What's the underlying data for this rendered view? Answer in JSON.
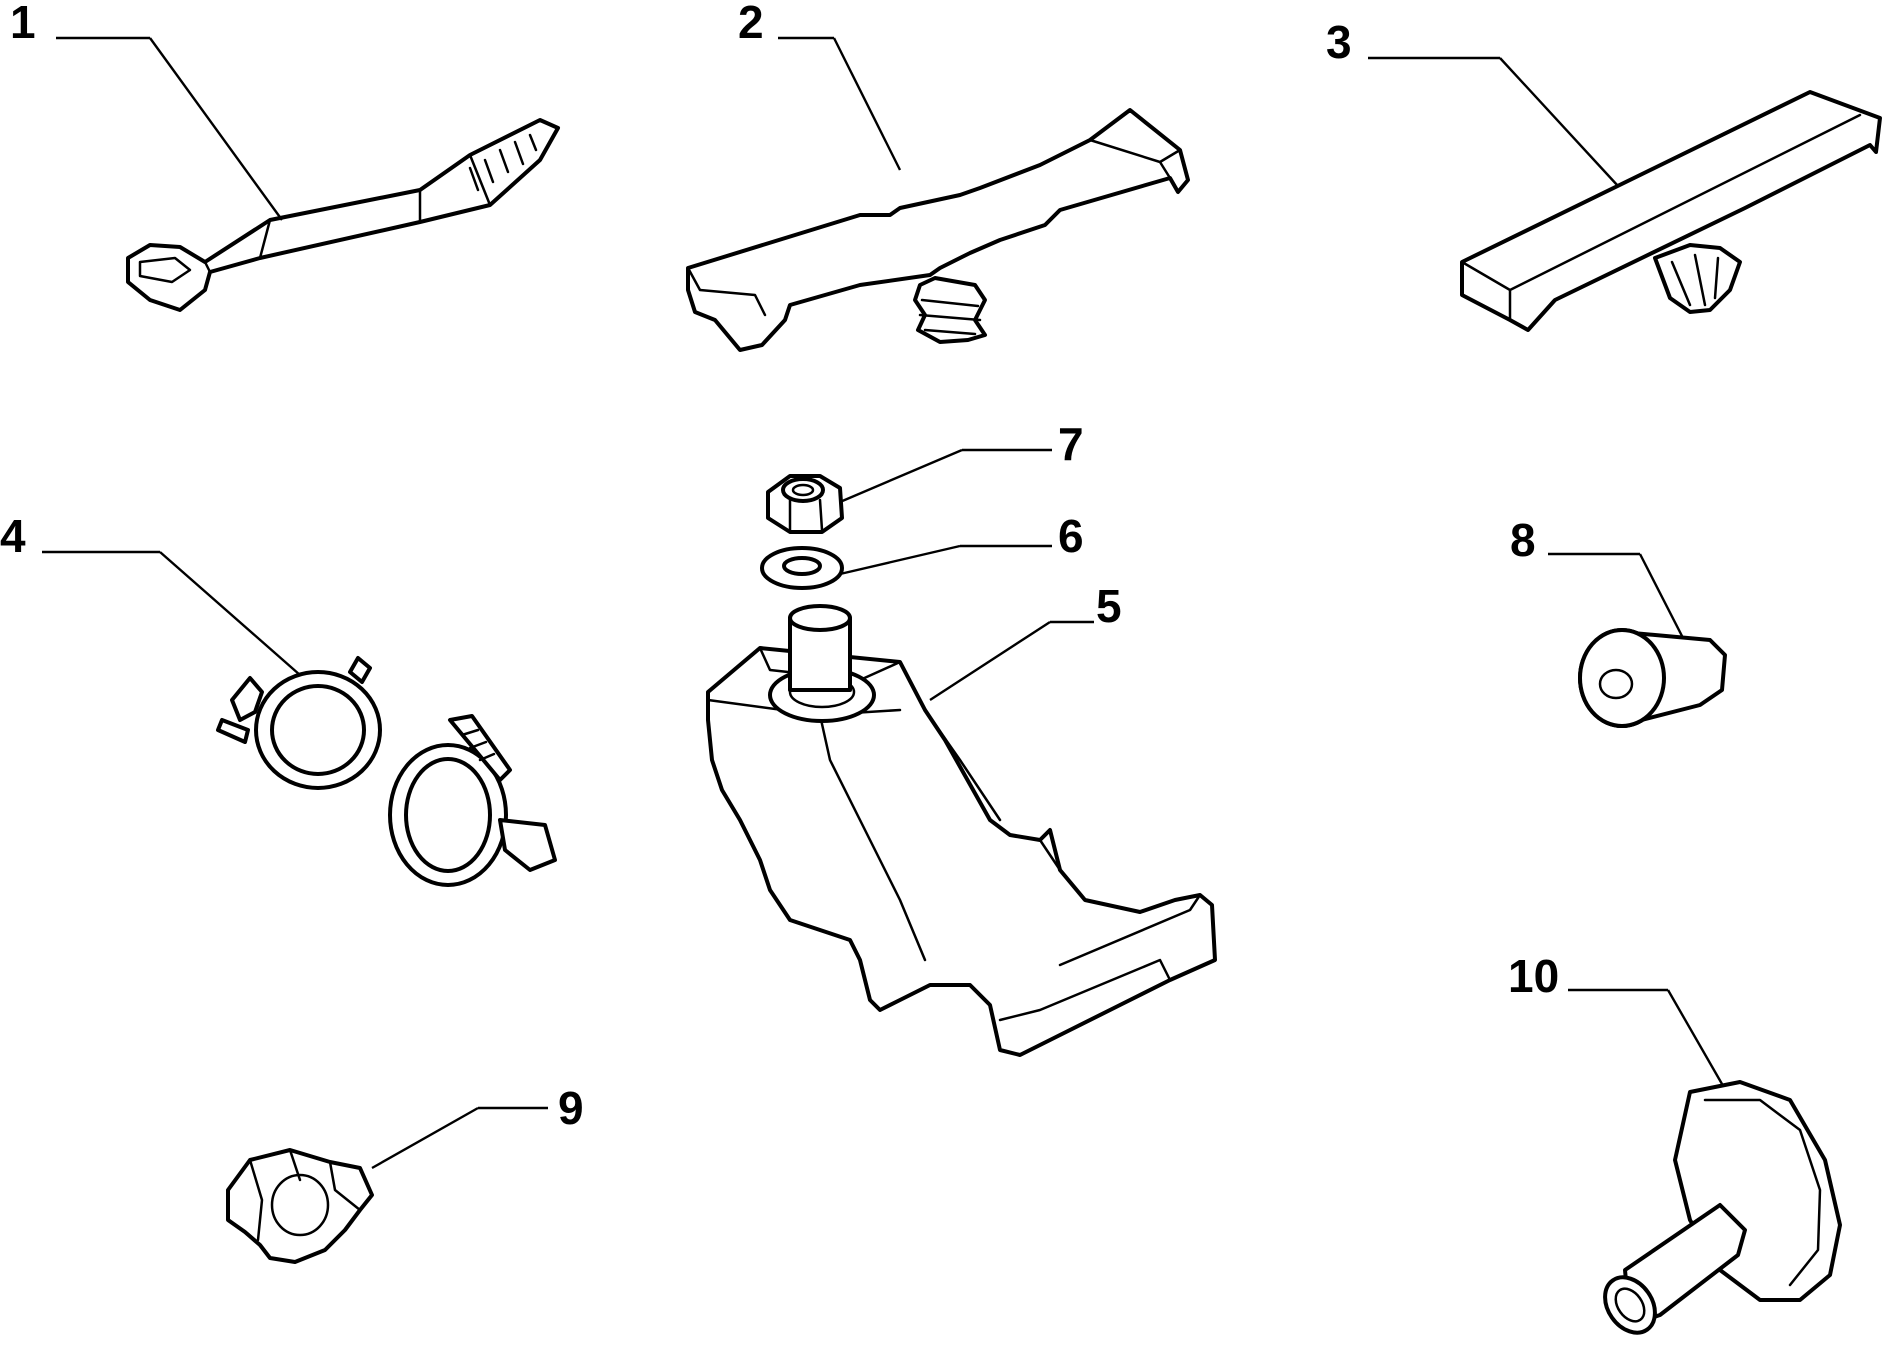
{
  "diagram": {
    "callouts": [
      {
        "id": "1",
        "part": "cable-tie"
      },
      {
        "id": "2",
        "part": "wide-push-clip"
      },
      {
        "id": "3",
        "part": "narrow-push-clip"
      },
      {
        "id": "4",
        "part": "double-hose-clamp"
      },
      {
        "id": "5",
        "part": "pipe-support-bracket"
      },
      {
        "id": "6",
        "part": "washer"
      },
      {
        "id": "7",
        "part": "nut"
      },
      {
        "id": "8",
        "part": "rubber-plug"
      },
      {
        "id": "9",
        "part": "single-pipe-clip"
      },
      {
        "id": "10",
        "part": "grommet-with-tube"
      }
    ]
  }
}
